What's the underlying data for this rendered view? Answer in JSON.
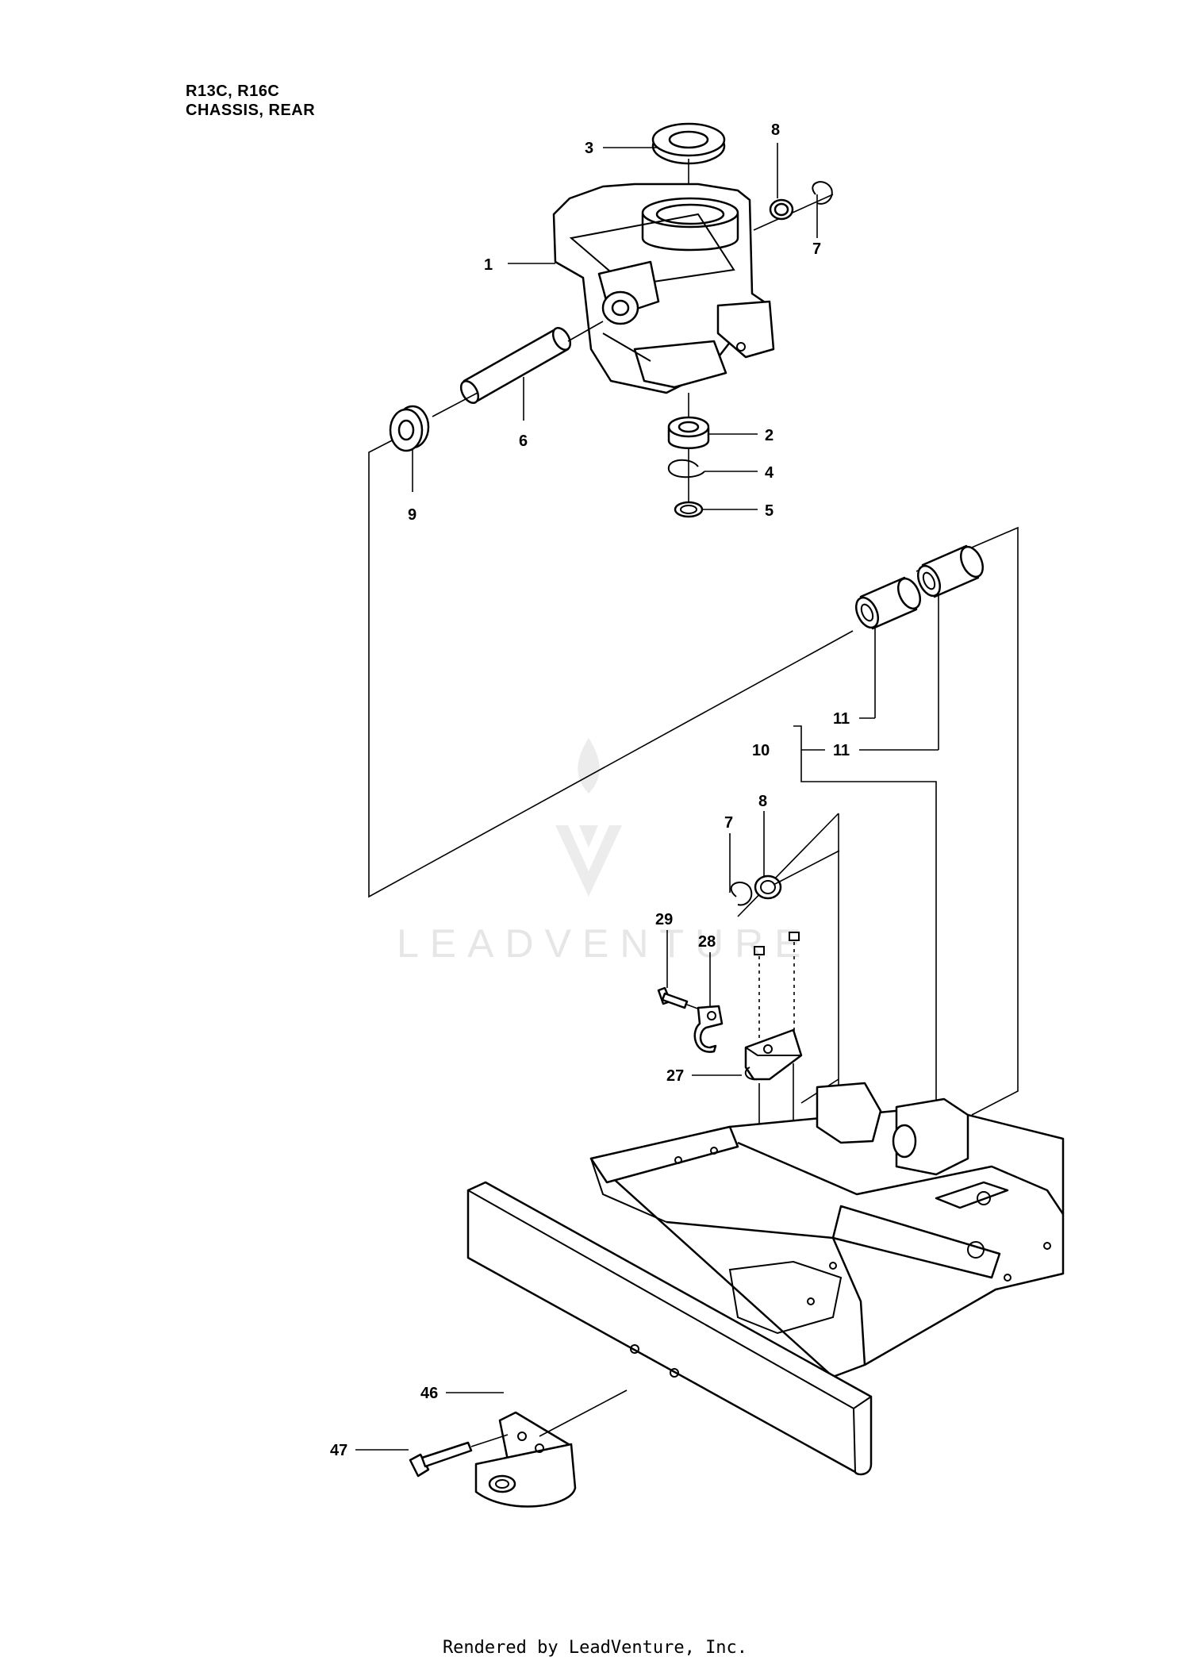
{
  "header": {
    "model": "R13C, R16C",
    "section": "CHASSIS, REAR"
  },
  "watermark": {
    "brand": "LEADVENTURE",
    "color": "#e6e6e6"
  },
  "footer": {
    "credit": "Rendered by LeadVenture, Inc."
  },
  "callouts": [
    {
      "id": "c1",
      "label": "1"
    },
    {
      "id": "c2",
      "label": "2"
    },
    {
      "id": "c3",
      "label": "3"
    },
    {
      "id": "c4",
      "label": "4"
    },
    {
      "id": "c5",
      "label": "5"
    },
    {
      "id": "c6",
      "label": "6"
    },
    {
      "id": "c7a",
      "label": "7"
    },
    {
      "id": "c8a",
      "label": "8"
    },
    {
      "id": "c9",
      "label": "9"
    },
    {
      "id": "c10",
      "label": "10"
    },
    {
      "id": "c11a",
      "label": "11"
    },
    {
      "id": "c11b",
      "label": "11"
    },
    {
      "id": "c7b",
      "label": "7"
    },
    {
      "id": "c8b",
      "label": "8"
    },
    {
      "id": "c27",
      "label": "27"
    },
    {
      "id": "c28",
      "label": "28"
    },
    {
      "id": "c29",
      "label": "29"
    },
    {
      "id": "c46",
      "label": "46"
    },
    {
      "id": "c47",
      "label": "47"
    }
  ]
}
